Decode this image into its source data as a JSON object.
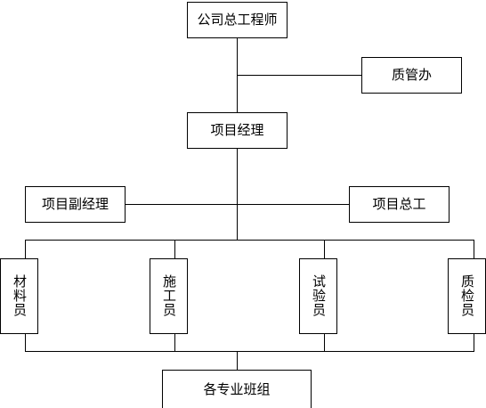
{
  "colors": {
    "line": "#000000",
    "box_border": "#000000",
    "background": "#ffffff"
  },
  "nodes": {
    "chief_engineer": "公司总工程师",
    "quality_office": "质管办",
    "project_manager": "项目经理",
    "deputy_manager": "项目副经理",
    "project_chief_engineer": "项目总工",
    "materials_officer": "材料员",
    "construction_officer": "施工员",
    "testing_officer": "试验员",
    "quality_inspector": "质检员",
    "work_teams": "各专业班组"
  }
}
